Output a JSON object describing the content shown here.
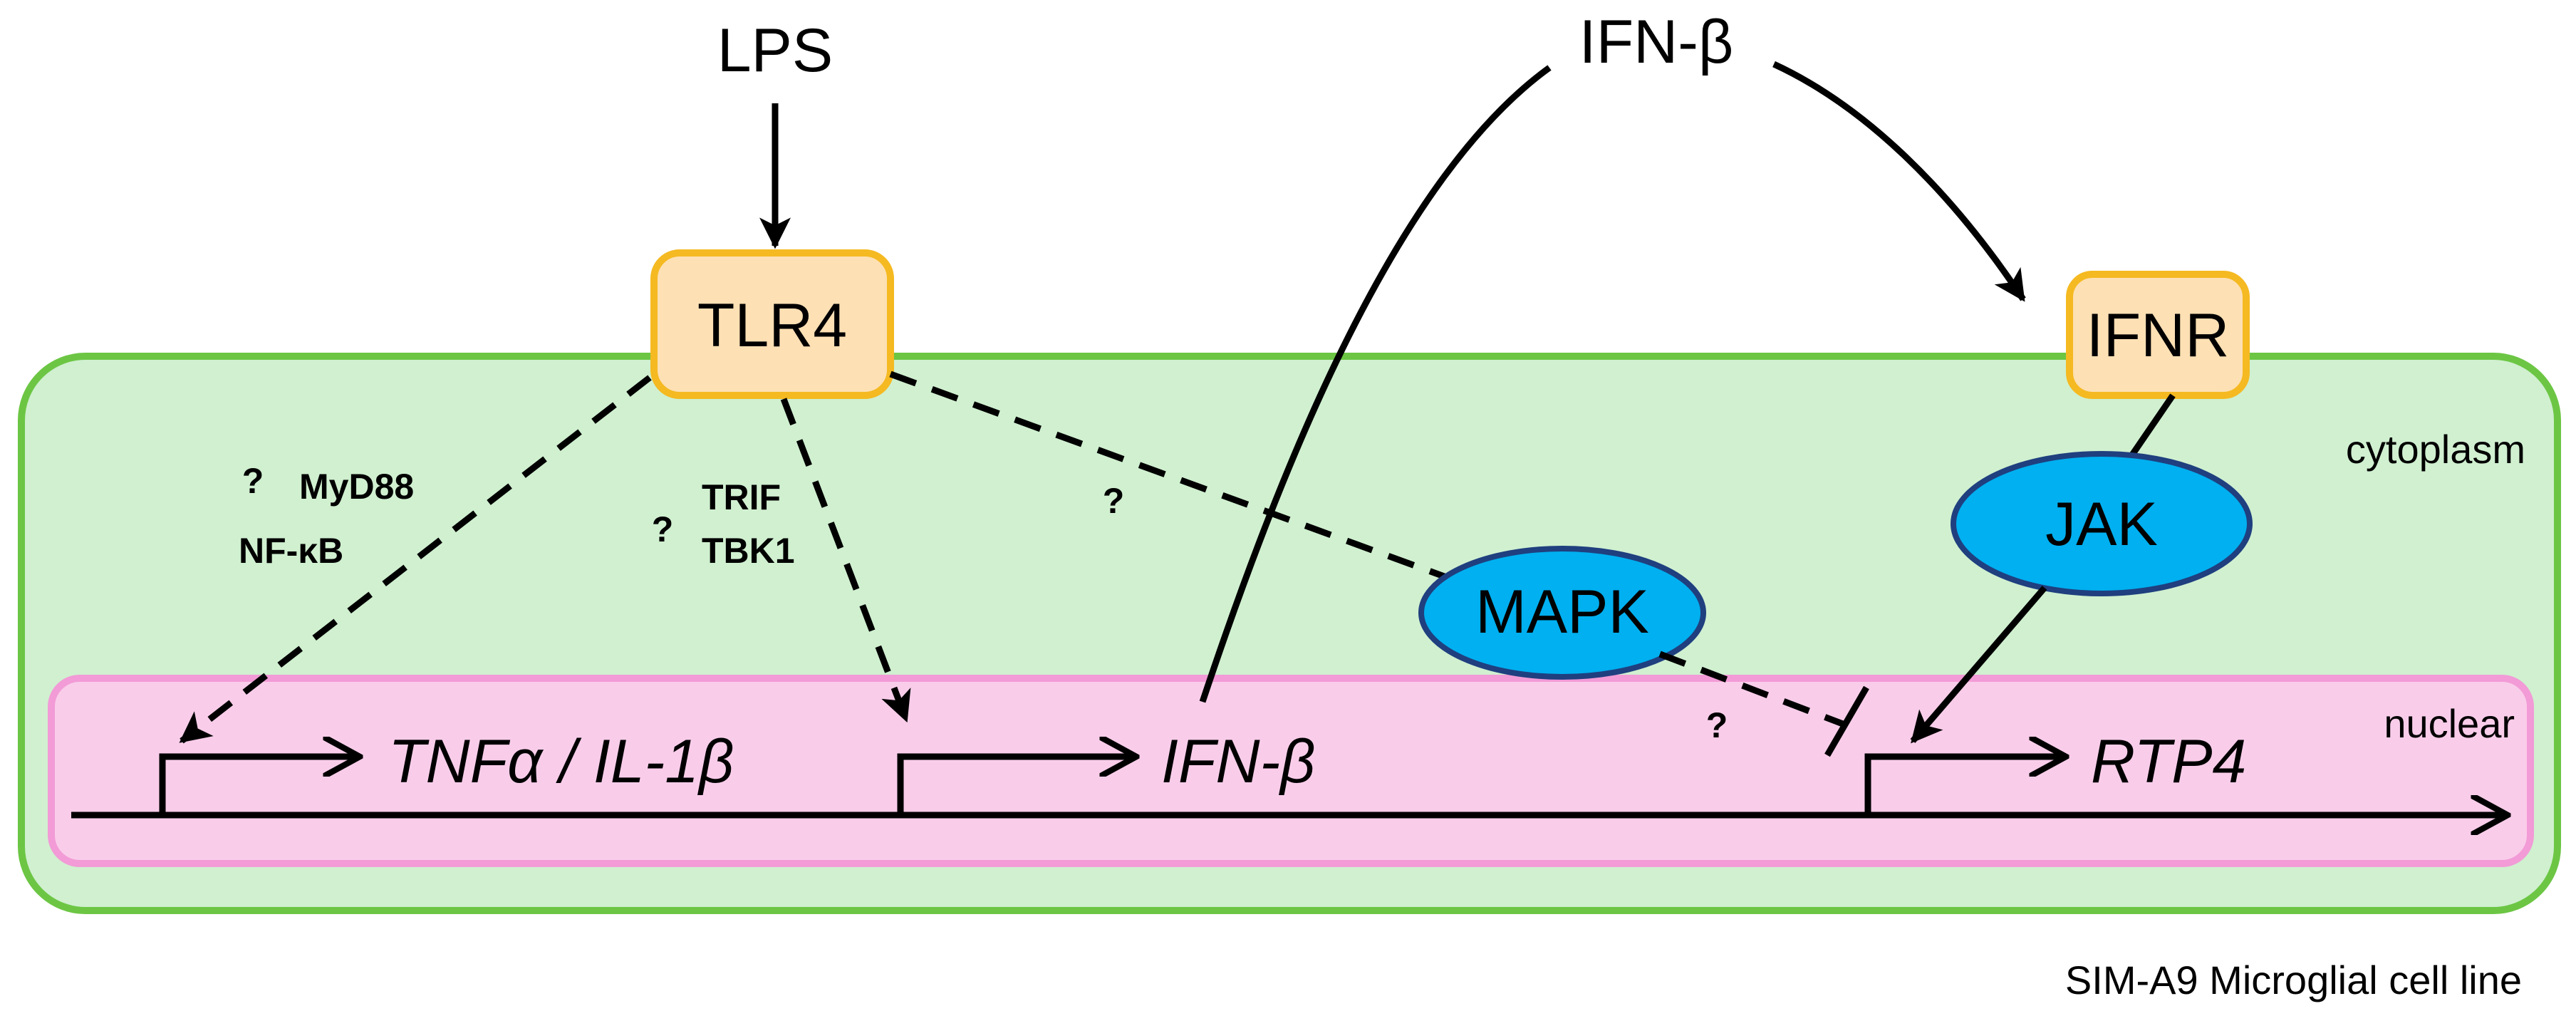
{
  "stimuli": {
    "lps": "LPS",
    "ifn_beta": "IFN-β"
  },
  "receptors": {
    "tlr4": "TLR4",
    "ifnr": "IFNR"
  },
  "kinases": {
    "jak": "JAK",
    "mapk": "MAPK"
  },
  "pathway_labels": {
    "myd88": "MyD88",
    "nfkb": "NF-κB",
    "trif": "TRIF",
    "tbk1": "TBK1",
    "question": "?"
  },
  "compartments": {
    "cytoplasm": "cytoplasm",
    "nuclear": "nuclear"
  },
  "genes": {
    "tnf_il1b": "TNFα / IL-1β",
    "ifn_beta": "IFN-β",
    "rtp4": "RTP4"
  },
  "caption": "SIM-A9 Microglial cell line",
  "colors": {
    "cell_fill": "#d0f0d0",
    "cell_border": "#6cc644",
    "nucleus_fill": "#f9cdea",
    "nucleus_border": "#f29bd6",
    "receptor_fill": "#fde0b4",
    "receptor_border": "#f5b921",
    "kinase_fill": "#00b0f0",
    "kinase_border": "#1f3f7f"
  }
}
